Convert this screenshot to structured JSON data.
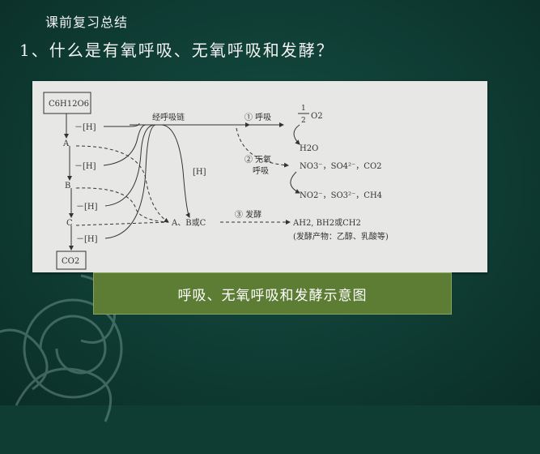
{
  "slide": {
    "header": "课前复习总结",
    "question": "1、什么是有氧呼吸、无氧呼吸和发酵？",
    "caption": "呼吸、无氧呼吸和发酵示意图"
  },
  "diagram": {
    "glucose": "C6H12O6",
    "intermediate_a": "A",
    "intermediate_b": "B",
    "intermediate_c": "C",
    "co2": "CO2",
    "h_label": "－[H]",
    "chain_label": "经呼吸链",
    "h_bracket": "[H]",
    "respiration_label": "① 呼吸",
    "anaerobic_label_1": "② 无氧",
    "anaerobic_label_2": "呼吸",
    "fermentation_label": "③ 发酵",
    "o2_frac_num": "1",
    "o2_frac_den": "2",
    "o2": "O2",
    "h2o": "H2O",
    "anaerobic_acceptors": "NO3⁻，SO4²⁻，CO2",
    "anaerobic_products": "NO2⁻，SO3²⁻，CH4",
    "a_b_c": "A、B或C",
    "ferment_products": "AH2, BH2或CH2",
    "ferment_note": "(发酵产物：乙醇、乳酸等)"
  }
}
